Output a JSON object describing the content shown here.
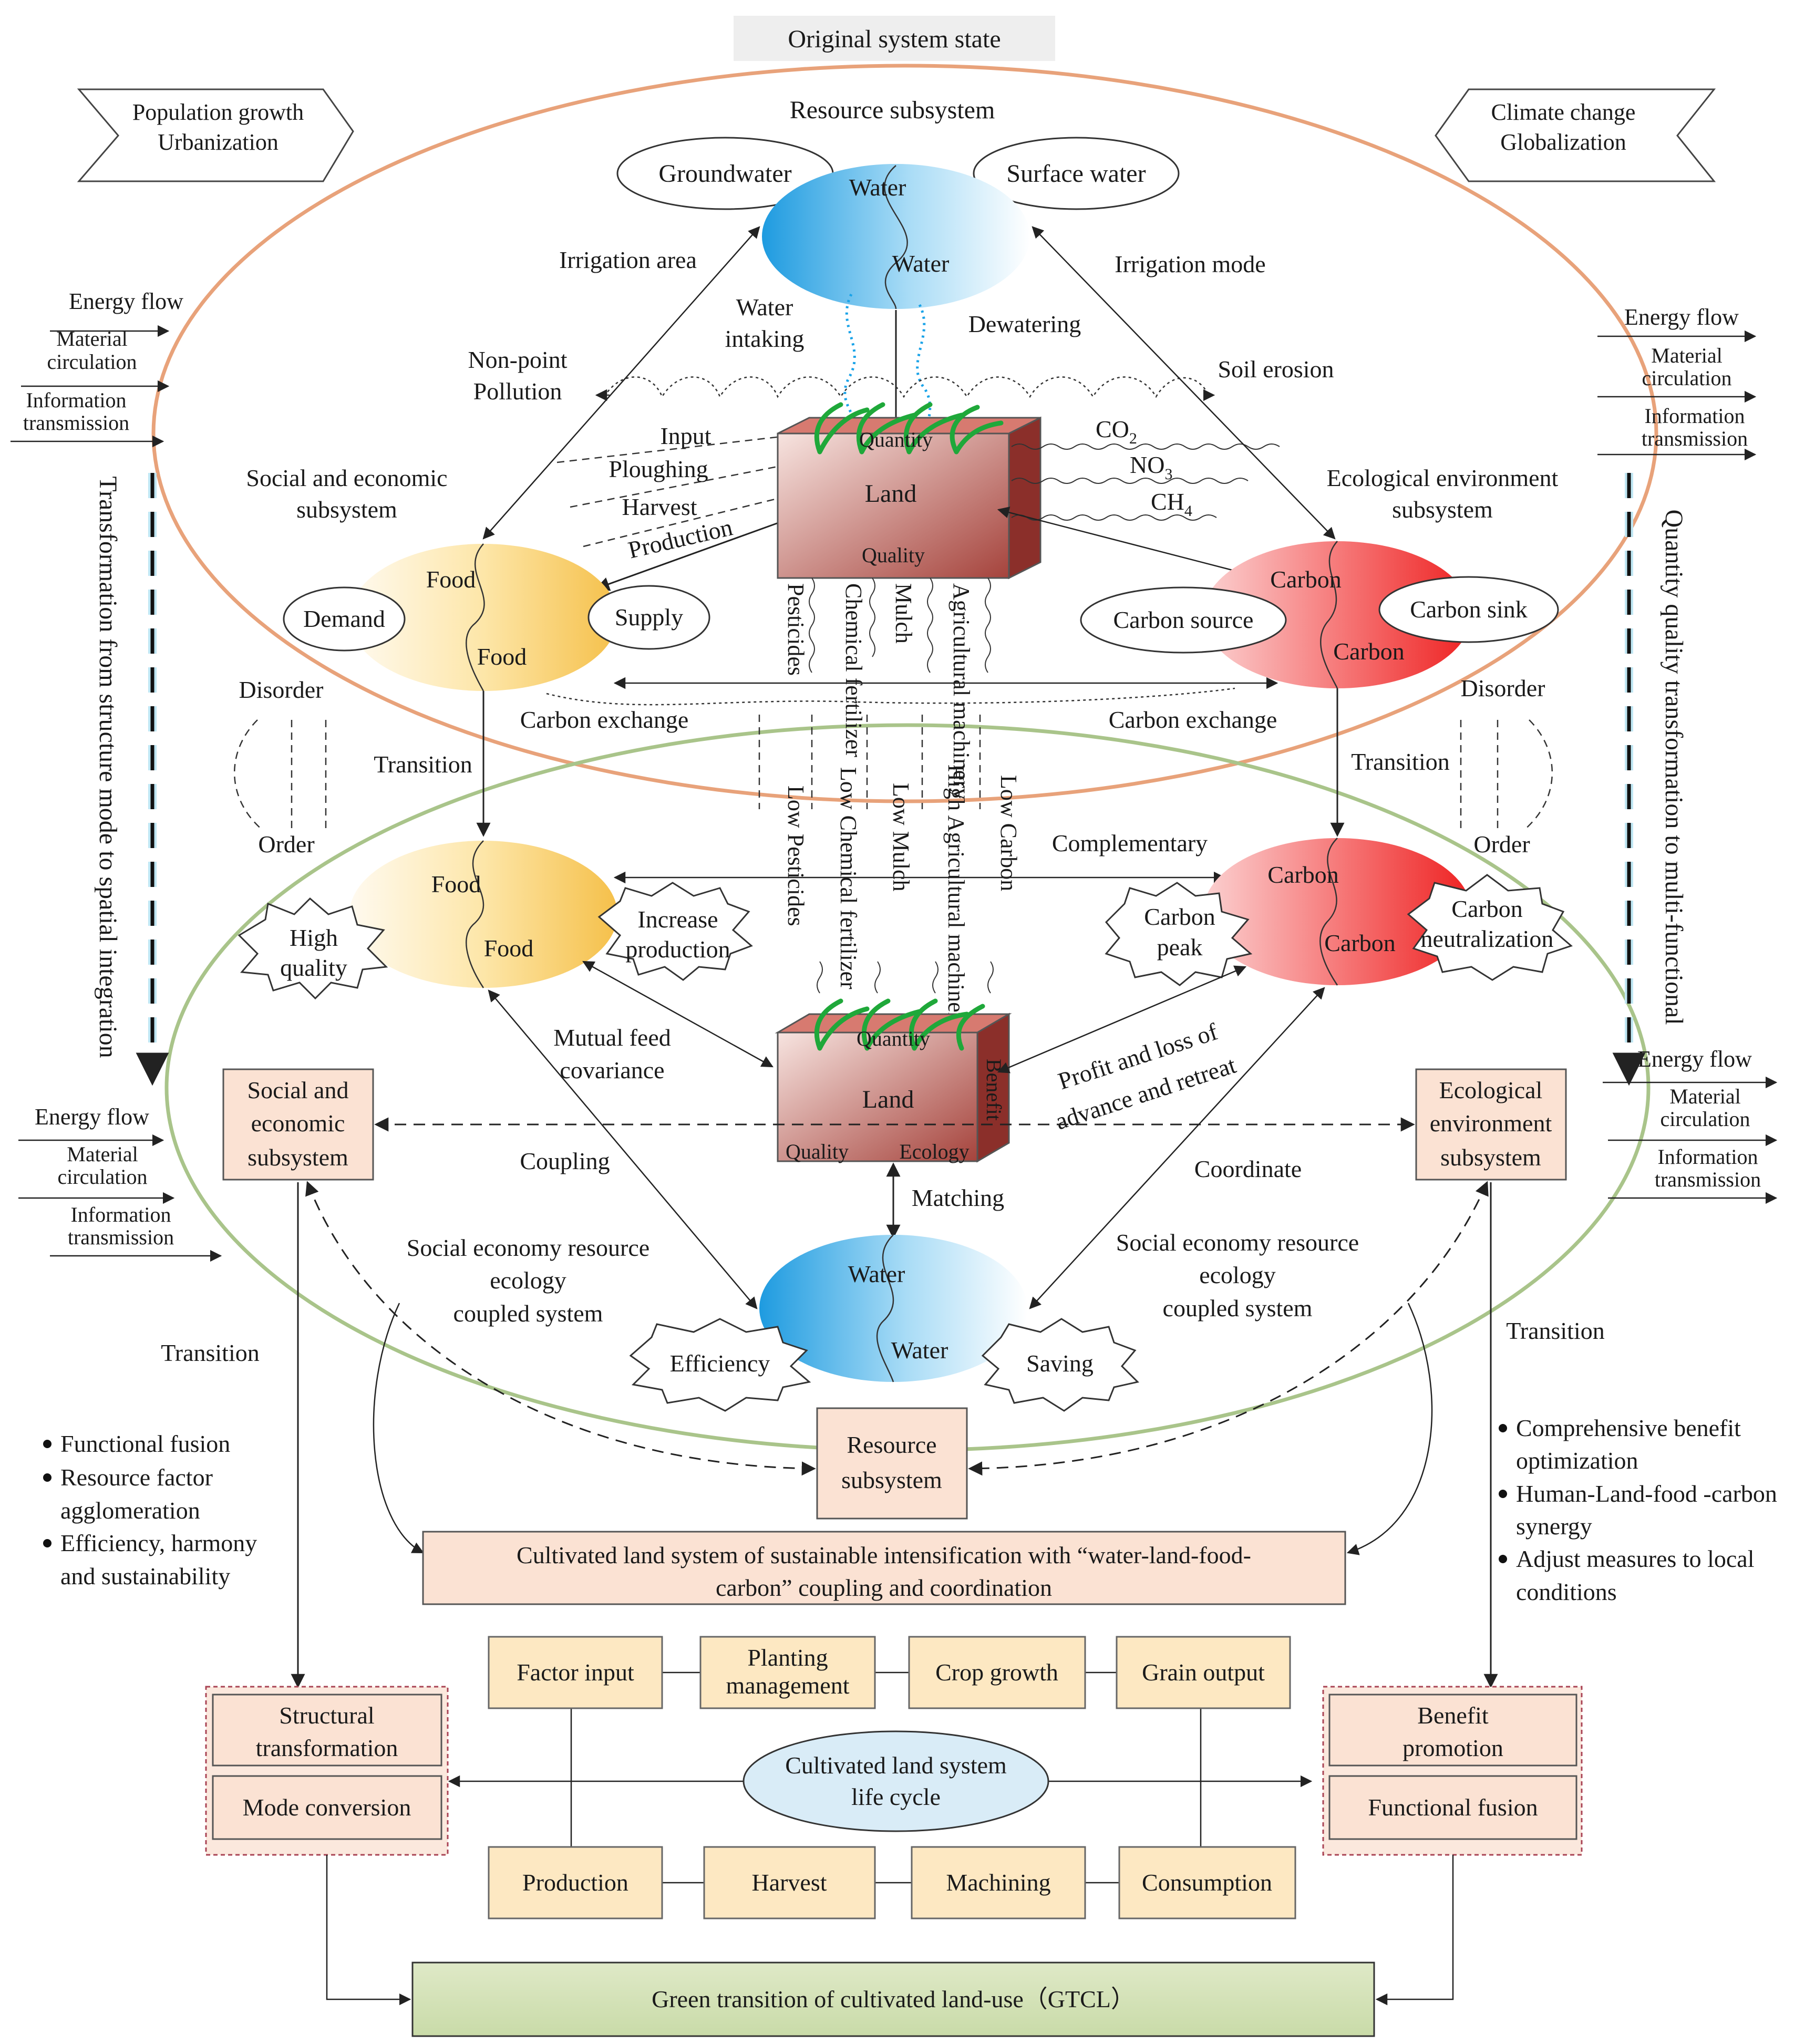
{
  "top_label": "Original system state",
  "drivers": {
    "left": [
      "Population growth",
      "Urbanization"
    ],
    "right": [
      "Climate change",
      "Globalization"
    ]
  },
  "flows": {
    "energy": "Energy flow",
    "material": [
      "Material",
      "circulation"
    ],
    "information": [
      "Information",
      "transmission"
    ]
  },
  "side_labels": {
    "left": "Transformation from structure mode to spatial integration",
    "right": "Quantity quality transformation to multi-functional"
  },
  "upper": {
    "title": "Resource subsystem",
    "groundwater": "Groundwater",
    "surface_water": "Surface water",
    "water": "Water",
    "irrigation_area": "Irrigation area",
    "irrigation_mode": "Irrigation mode",
    "water_intaking": [
      "Water",
      "intaking"
    ],
    "dewatering": "Dewatering",
    "non_point": [
      "Non-point",
      "Pollution"
    ],
    "soil_erosion": "Soil erosion",
    "input": "Input",
    "ploughing": "Ploughing",
    "harvest": "Harvest",
    "production": "Production",
    "quantity": "Quantity",
    "land": "Land",
    "quality": "Quality",
    "co2": "CO",
    "no3": "NO",
    "ch4": "CH",
    "sub2": "2",
    "sub3": "3",
    "sub4": "4",
    "social": [
      "Social and economic",
      "subsystem"
    ],
    "ecological": [
      "Ecological environment",
      "subsystem"
    ],
    "food": "Food",
    "demand": "Demand",
    "supply": "Supply",
    "carbon": "Carbon",
    "carbon_source": "Carbon source",
    "carbon_sink": "Carbon sink",
    "inputs_vertical": [
      "Pesticides",
      "Chemical fertilizer",
      "Mulch",
      "Agricultural machinery"
    ],
    "disorder": "Disorder",
    "order": "Order",
    "carbon_exchange": "Carbon exchange",
    "transition": "Transition"
  },
  "lower": {
    "low_vertical": [
      "Low Pesticides",
      "Low Chemical fertilizer",
      "Low Mulch",
      "High Agricultural machinery",
      "Low Carbon"
    ],
    "complementary": "Complementary",
    "food": "Food",
    "high_quality": [
      "High",
      "quality"
    ],
    "increase_production": [
      "Increase",
      "production"
    ],
    "carbon": "Carbon",
    "carbon_peak": [
      "Carbon",
      "peak"
    ],
    "carbon_neutralization": [
      "Carbon",
      "neutralization"
    ],
    "mutual_feed": [
      "Mutual feed",
      "covariance"
    ],
    "profit_loss": [
      "Profit and loss of",
      "advance and retreat"
    ],
    "quantity": "Quantity",
    "land": "Land",
    "benefit": "Benefit",
    "quality": "Quality",
    "ecology": "Ecology",
    "social_box": [
      "Social and",
      "economic",
      "subsystem"
    ],
    "eco_box": [
      "Ecological",
      "environment",
      "subsystem"
    ],
    "coupling": "Coupling",
    "coordinate": "Coordinate",
    "matching": "Matching",
    "coupled_system": [
      "Social economy resource",
      "ecology",
      "coupled system"
    ],
    "water": "Water",
    "efficiency": "Efficiency",
    "saving": "Saving",
    "resource_box": [
      "Resource",
      "subsystem"
    ],
    "transition": "Transition"
  },
  "bullets_left": [
    [
      "Functional fusion"
    ],
    [
      "Resource factor",
      "agglomeration"
    ],
    [
      "Efficiency, harmony",
      "and sustainability"
    ]
  ],
  "bullets_right": [
    [
      "Comprehensive benefit",
      "optimization"
    ],
    [
      "Human-Land-food -carbon",
      "synergy"
    ],
    [
      "Adjust measures to local",
      "conditions"
    ]
  ],
  "cultivated_box": [
    "Cultivated land system of sustainable intensification with “water-land-food-",
    "carbon” coupling and coordination"
  ],
  "lifecycle": {
    "top_row": [
      "Factor input",
      [
        "Planting",
        "management"
      ],
      "Crop growth",
      "Grain output"
    ],
    "bottom_row": [
      "Production",
      "Harvest",
      "Machining",
      "Consumption"
    ],
    "center": [
      "Cultivated land system",
      "life cycle"
    ]
  },
  "left_result": [
    [
      "Structural",
      "transformation"
    ],
    "Mode conversion"
  ],
  "right_result": [
    [
      "Benefit",
      "promotion"
    ],
    "Functional fusion"
  ],
  "final": "Green transition of cultivated land-use（GTCL）",
  "colors": {
    "upper_ellipse": "#e8a27a",
    "lower_ellipse": "#a9c48a",
    "water": "#2a9fe0",
    "food": "#f7cc6a",
    "carbon": "#f03a3a",
    "box": "#fbe2d3",
    "lifecycle_box": "#fde8c2",
    "final_box": "#d4e3b8"
  }
}
